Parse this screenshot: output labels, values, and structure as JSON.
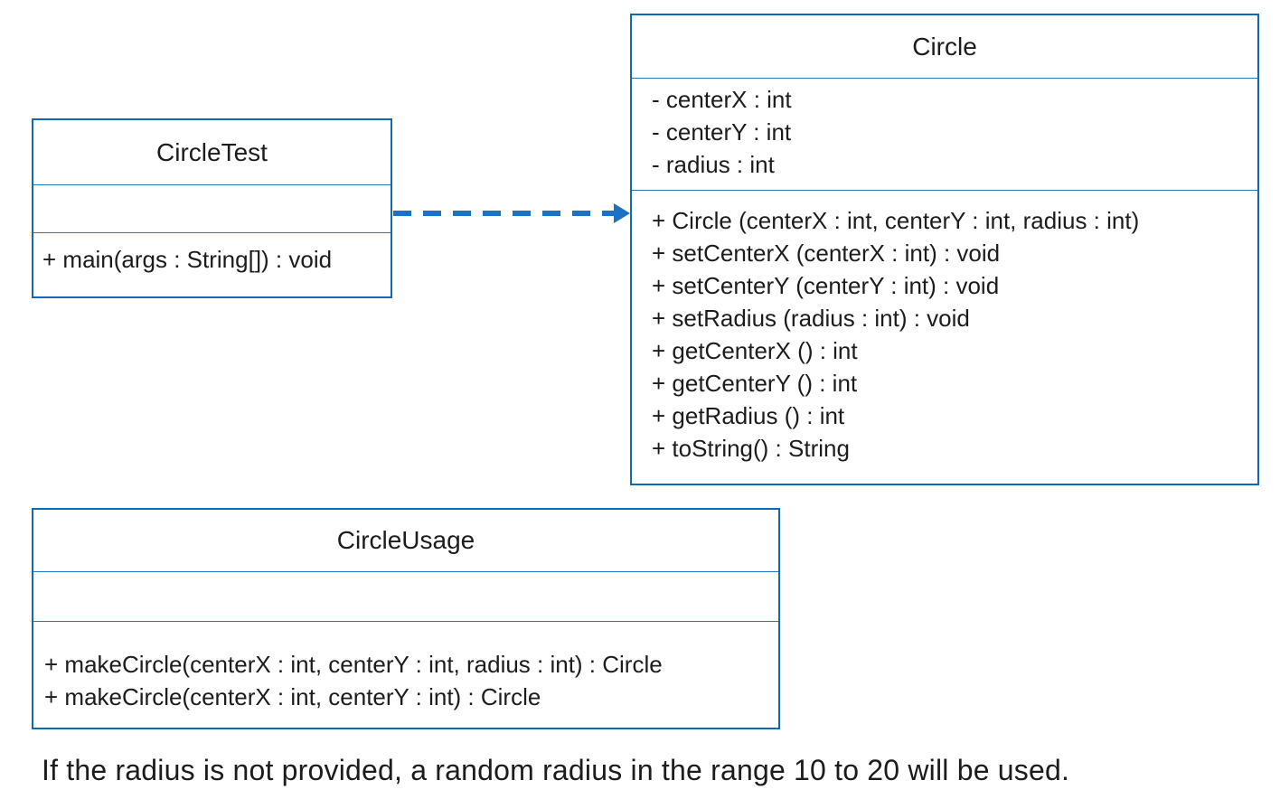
{
  "colors": {
    "box_border": "#1168b3",
    "divider": "#1f78c0",
    "arrow": "#1b72c4",
    "text": "#1c1c1c"
  },
  "classes": [
    {
      "name": "CircleTest",
      "attributes": [],
      "methods": [
        "+ main(args : String[]) : void"
      ]
    },
    {
      "name": "Circle",
      "attributes": [
        "- centerX : int",
        "- centerY : int",
        "- radius : int"
      ],
      "methods": [
        "+ Circle (centerX : int, centerY : int, radius : int)",
        "+ setCenterX (centerX : int) : void",
        "+ setCenterY (centerY : int) : void",
        "+ setRadius (radius : int) : void",
        "+ getCenterX () : int",
        "+ getCenterY () : int",
        "+ getRadius () : int",
        "+ toString() : String"
      ]
    },
    {
      "name": "CircleUsage",
      "attributes": [],
      "methods": [
        "+ makeCircle(centerX : int, centerY : int, radius : int) : Circle",
        "+ makeCircle(centerX : int, centerY : int) : Circle"
      ]
    }
  ],
  "relationship": {
    "type": "dependency",
    "style": "dashed-arrow",
    "from": "CircleTest",
    "to": "Circle"
  },
  "caption": "If the radius is not provided, a random radius in the range 10 to 20 will be used."
}
